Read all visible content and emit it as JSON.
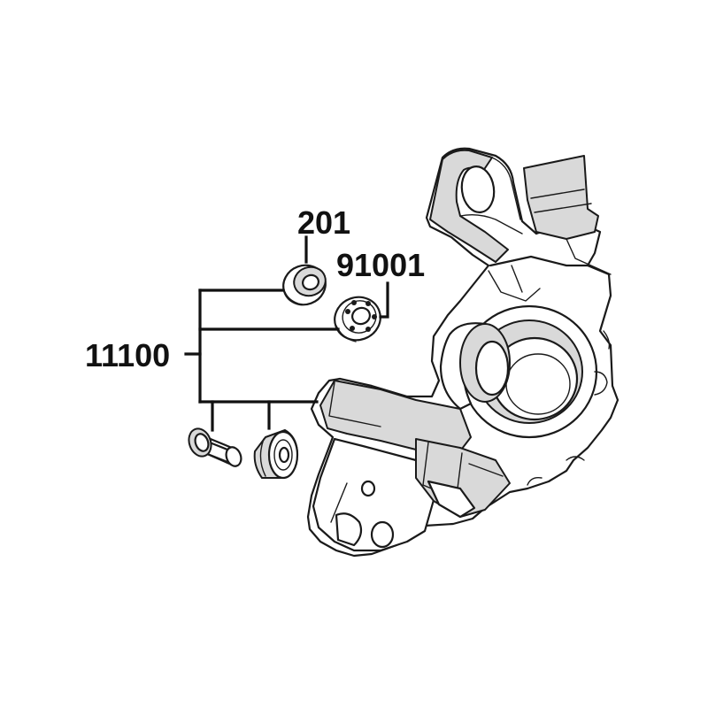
{
  "callouts": {
    "assembly": "11100",
    "seal": "201",
    "bearing": "91001"
  }
}
